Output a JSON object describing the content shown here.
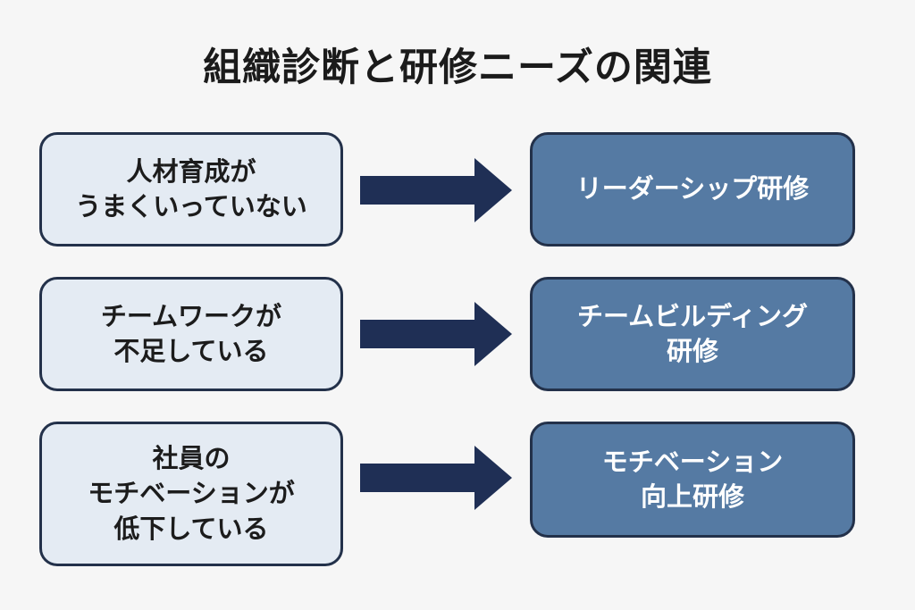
{
  "title": "組織診断と研修ニーズの関連",
  "rows": [
    {
      "issue": "人材育成が\nうまくいっていない",
      "training": "リーダーシップ研修"
    },
    {
      "issue": "チームワークが\n不足している",
      "training": "チームビルディング\n研修"
    },
    {
      "issue": "社員の\nモチベーションが\n低下している",
      "training": "モチベーション\n向上研修"
    }
  ],
  "colors": {
    "background": "#f6f6f6",
    "issue_box_fill": "#e4ebf3",
    "training_box_fill": "#557aa3",
    "border": "#23314a",
    "arrow": "#1f2f55"
  }
}
